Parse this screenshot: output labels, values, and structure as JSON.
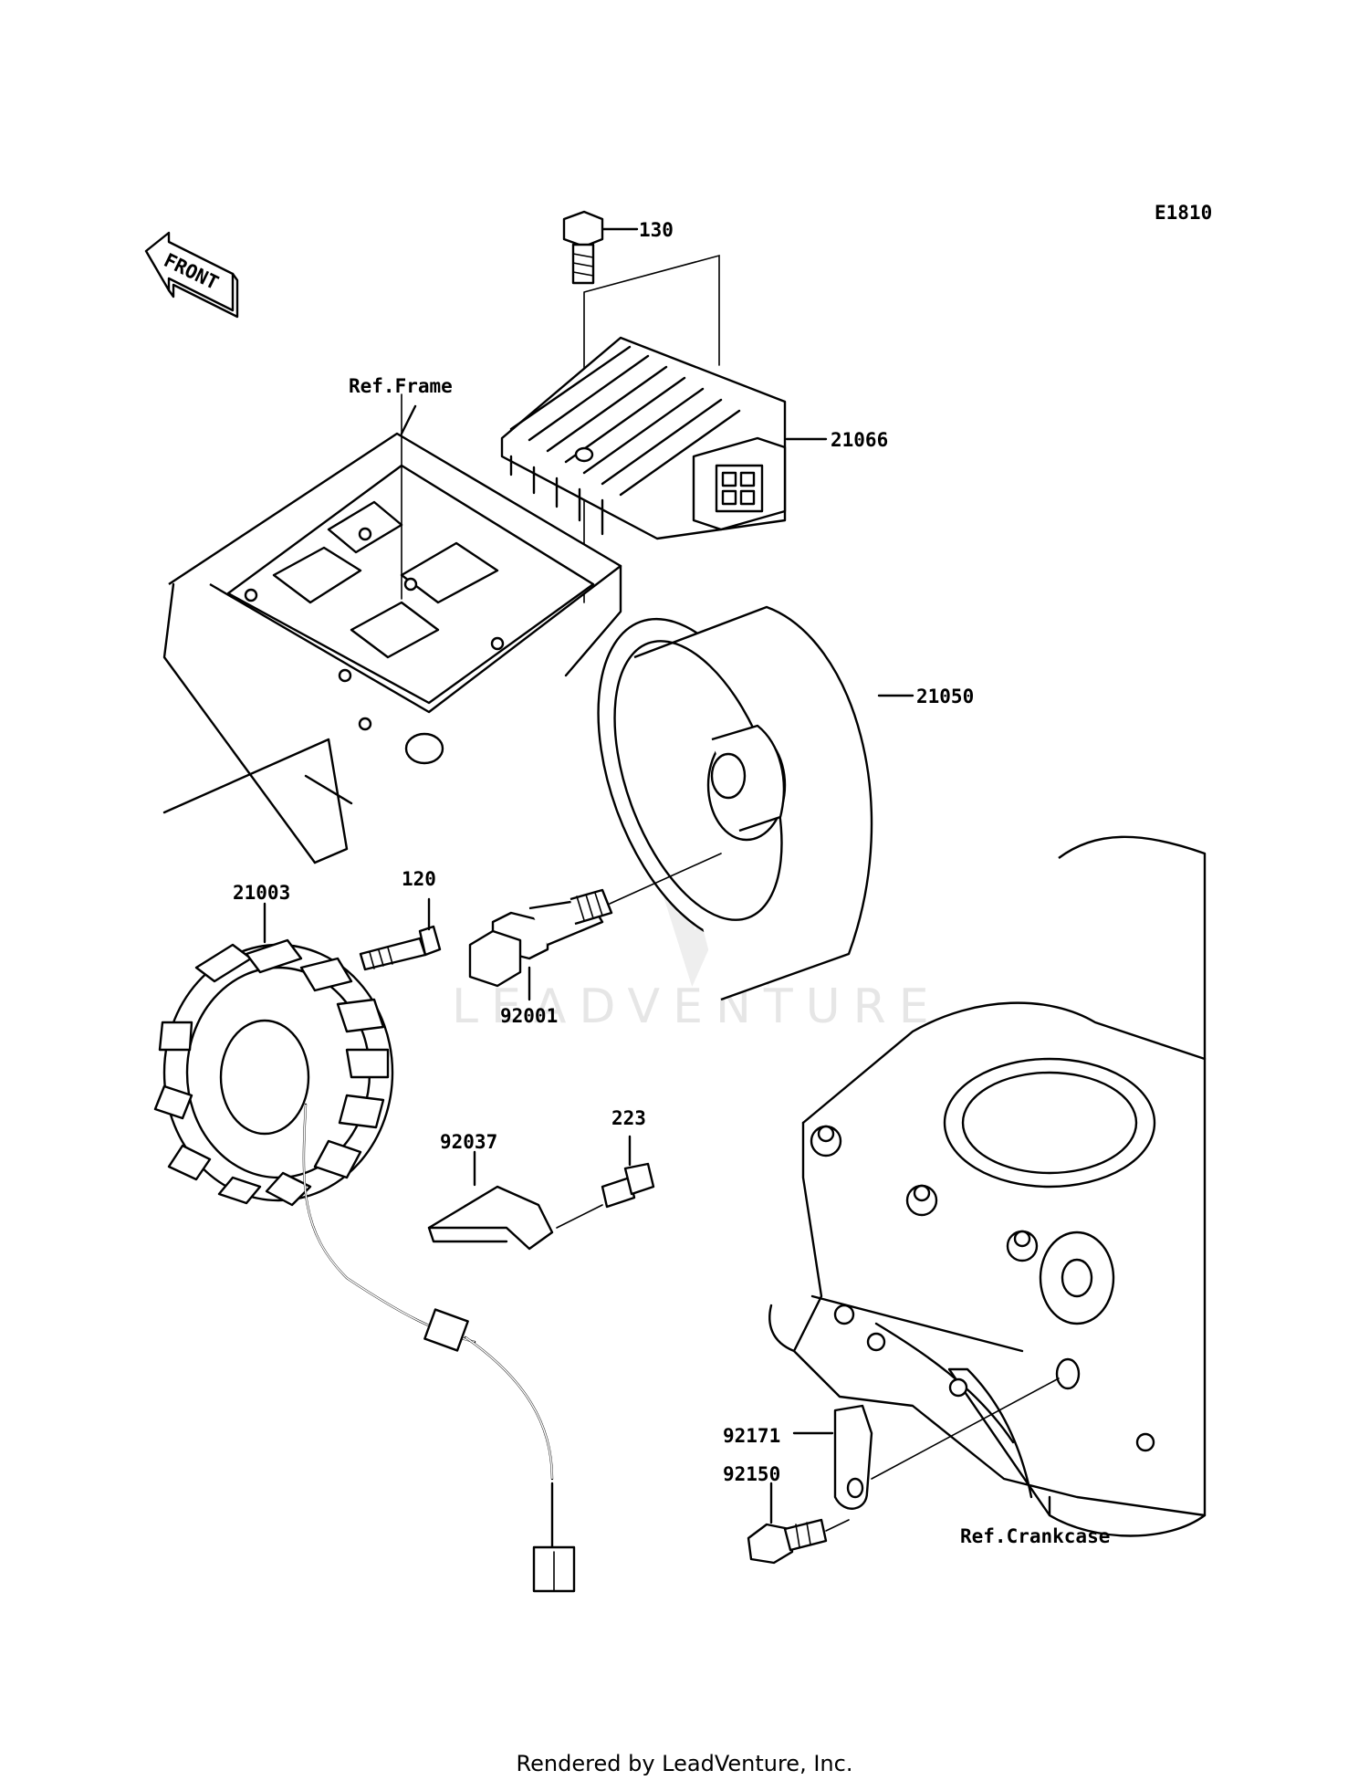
{
  "diagram": {
    "code": "E1810",
    "front_label": "FRONT",
    "watermark": "LEADVENTURE",
    "references": {
      "frame": "Ref.Frame",
      "crankcase": "Ref.Crankcase"
    },
    "parts": [
      {
        "id": "130"
      },
      {
        "id": "21066"
      },
      {
        "id": "21050"
      },
      {
        "id": "120"
      },
      {
        "id": "21003"
      },
      {
        "id": "92001"
      },
      {
        "id": "223"
      },
      {
        "id": "92037"
      },
      {
        "id": "92171"
      },
      {
        "id": "92150"
      }
    ]
  },
  "footer": "Rendered by LeadVenture, Inc."
}
